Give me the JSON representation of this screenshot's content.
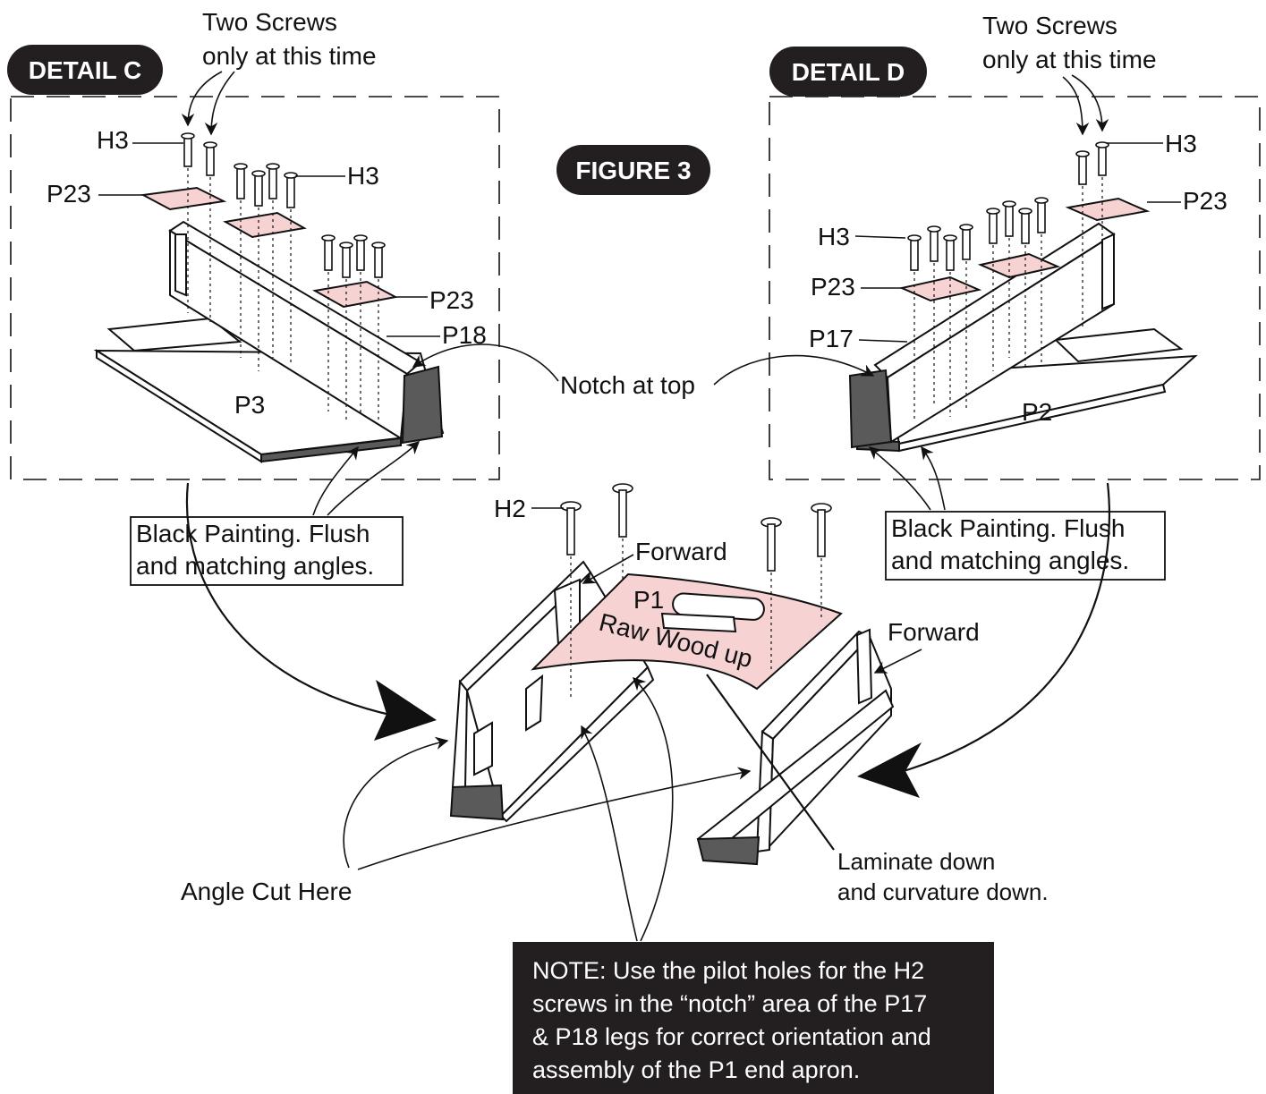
{
  "figure": {
    "title": "FIGURE 3"
  },
  "detail_c": {
    "title": "DETAIL C",
    "screws_note": [
      "Two Screws",
      "only at this time"
    ],
    "labels": {
      "h3_a": "H3",
      "h3_b": "H3",
      "p23_a": "P23",
      "p23_b": "P23",
      "p18": "P18",
      "p3": "P3"
    }
  },
  "detail_d": {
    "title": "DETAIL D",
    "screws_note": [
      "Two Screws",
      "only at this time"
    ],
    "labels": {
      "h3_a": "H3",
      "h3_b": "H3",
      "p23_a": "P23",
      "p23_b": "P23",
      "p17": "P17",
      "p2": "P2"
    }
  },
  "callouts": {
    "notch": "Notch at top",
    "black_painting_left": [
      "Black Painting. Flush",
      "and matching angles."
    ],
    "black_painting_right": [
      "Black Painting. Flush",
      "and matching angles."
    ],
    "h2": "H2",
    "forward_left": "Forward",
    "forward_right": "Forward",
    "p1": "P1",
    "raw_wood": "Raw Wood up",
    "angle_cut": "Angle Cut Here",
    "laminate": [
      "Laminate down",
      "and curvature down."
    ]
  },
  "note": {
    "lines": [
      "NOTE:  Use the pilot holes for the H2",
      "screws  in the “notch” area of the P17",
      "& P18 legs for correct orientation and",
      "assembly of  the P1 end apron."
    ]
  }
}
